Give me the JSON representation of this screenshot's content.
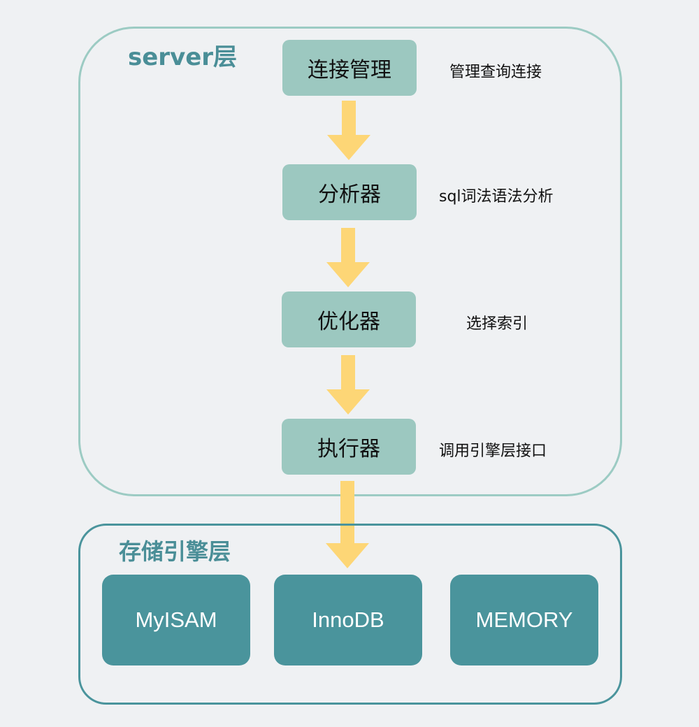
{
  "server_layer": {
    "title": "server层",
    "steps": [
      {
        "label": "连接管理",
        "note": "管理查询连接"
      },
      {
        "label": "分析器",
        "note": "sql词法语法分析"
      },
      {
        "label": "优化器",
        "note": "选择索引"
      },
      {
        "label": "执行器",
        "note": "调用引擎层接口"
      }
    ]
  },
  "storage_layer": {
    "title": "存储引擎层",
    "engines": [
      "MyISAM",
      "InnoDB",
      "MEMORY"
    ]
  },
  "colors": {
    "background": "#eff1f3",
    "server_border": "#9ccbc3",
    "step_fill": "#9cc8c0",
    "storage_border": "#4a949c",
    "engine_fill": "#4a949c",
    "arrow": "#fdd676",
    "title_text": "#4a8e97"
  }
}
